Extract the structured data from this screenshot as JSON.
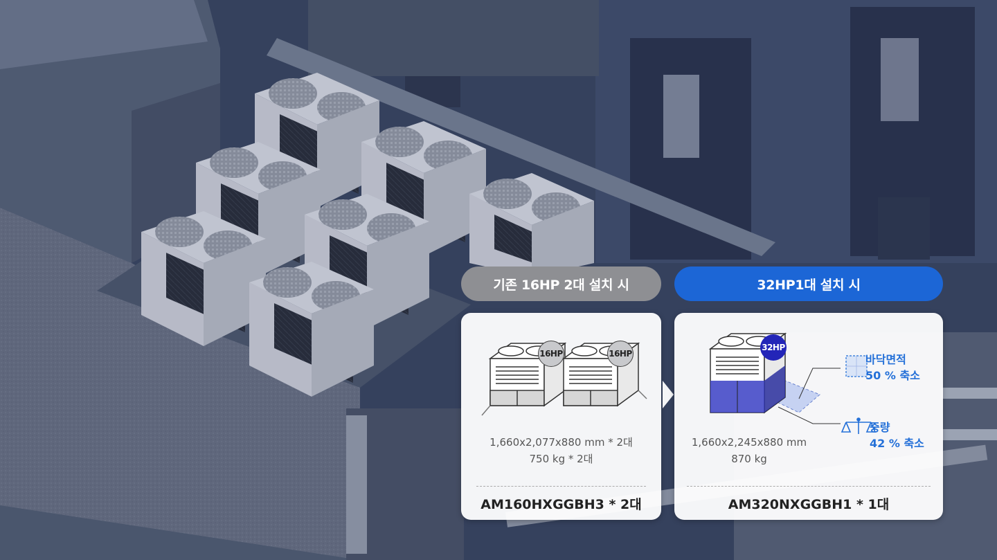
{
  "before": {
    "title": "기존 16HP 2대 설치 시",
    "badge_label": "16HP",
    "spec_dim": "1,660x2,077x880 mm * 2대",
    "spec_weight": "750 kg * 2대",
    "model": "AM160HXGGBH3  * 2대"
  },
  "after": {
    "title": "32HP1대 설치 시",
    "badge_label": "32HP",
    "spec_dim": "1,660x2,245x880 mm",
    "spec_weight": "870 kg",
    "model": "AM320NXGGBH1  * 1대",
    "area_label": "바닥면적",
    "area_value": "50 % 축소",
    "weight_label": "중량",
    "weight_value": "42 % 축소"
  },
  "colors": {
    "accent": "#1c66d6",
    "badge_blue": "#2325b8",
    "note_blue": "#2470d8",
    "pill_gray": "#8e8f93"
  },
  "icons": [
    "area-grid-icon",
    "scale-icon"
  ]
}
